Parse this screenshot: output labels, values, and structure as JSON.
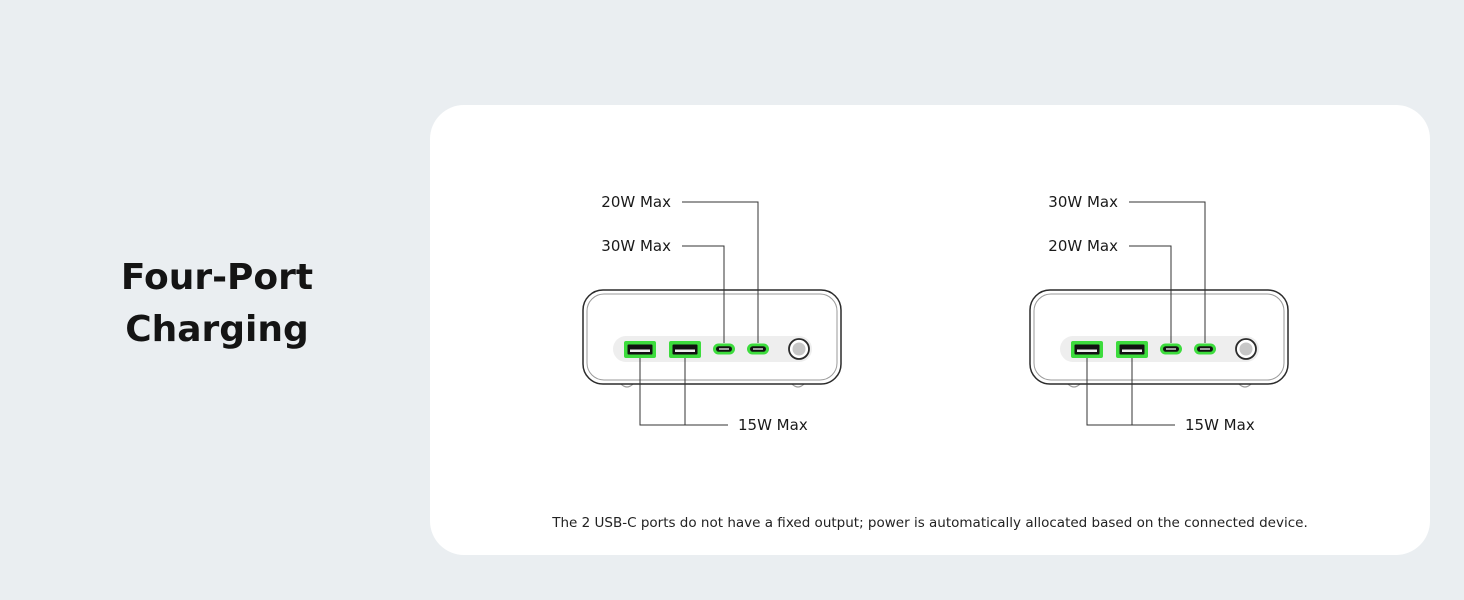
{
  "headline": {
    "line1": "Four-Port",
    "line2": "Charging"
  },
  "diagrams": [
    {
      "top_label_outer": "20W Max",
      "top_label_inner": "30W Max",
      "bottom_label": "15W Max"
    },
    {
      "top_label_outer": "30W Max",
      "top_label_inner": "20W Max",
      "bottom_label": "15W Max"
    }
  ],
  "footnote": "The 2 USB-C ports do not have a fixed output; power is automatically allocated based on the connected device.",
  "colors": {
    "background": "#eaeef1",
    "card": "#ffffff",
    "port_highlight": "#3ddc3d",
    "outline": "#1a1a1a"
  },
  "icons": {
    "usb_a": "usb-a-port-icon",
    "usb_c": "usb-c-port-icon",
    "power_button": "power-button-icon"
  }
}
